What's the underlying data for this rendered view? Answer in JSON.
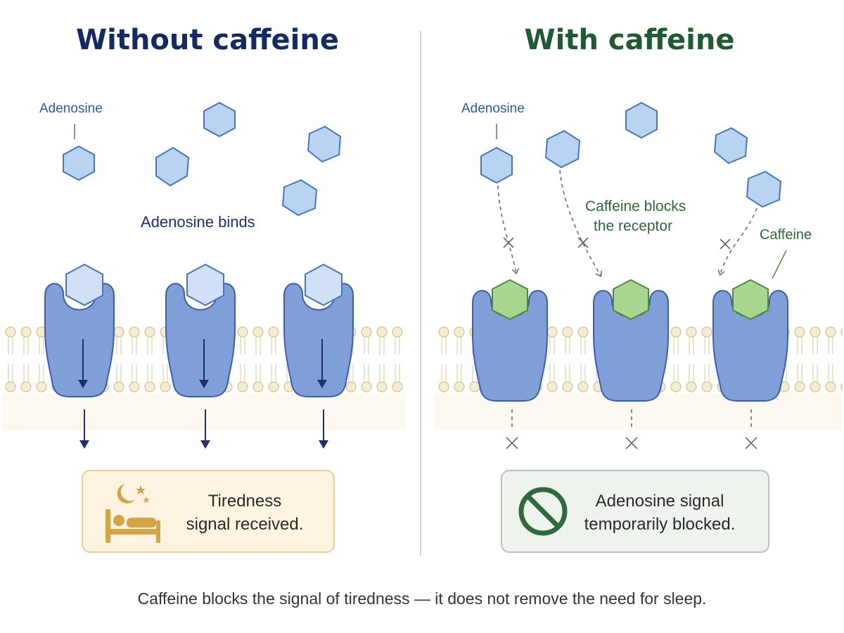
{
  "left_panel": {
    "title": "Without caffeine",
    "adenosine_label": "Adenosine",
    "binding_label": "Adenosine binds",
    "result_text_line1": "Tiredness",
    "result_text_line2": "signal received.",
    "result_icon": "sleeping-person-moon-icon"
  },
  "right_panel": {
    "title": "With caffeine",
    "adenosine_label": "Adenosine",
    "blocking_label_line1": "Caffeine blocks",
    "blocking_label_line2": "the receptor",
    "caffeine_label": "Caffeine",
    "result_text_line1": "Adenosine signal",
    "result_text_line2": "temporarily blocked.",
    "result_icon": "prohibition-icon"
  },
  "caption": "Caffeine blocks the signal of tiredness — it does not remove the need for sleep.",
  "colors": {
    "left_title": "#132a63",
    "right_title": "#1f5a32",
    "adenosine_fill": "#b9d3f3",
    "adenosine_stroke": "#4a74b8",
    "caffeine_fill": "#a8d68e",
    "caffeine_stroke": "#4d8a3e",
    "receptor_fill": "#7e9fd8",
    "receptor_stroke": "#3d5ea5",
    "membrane": "#efe2c2",
    "signal_arrow": "#1e2f6b",
    "tired_box_bg": "#fdf3e1",
    "blocked_box_bg": "#eef3ee",
    "prohibition": "#2d6b3a"
  }
}
